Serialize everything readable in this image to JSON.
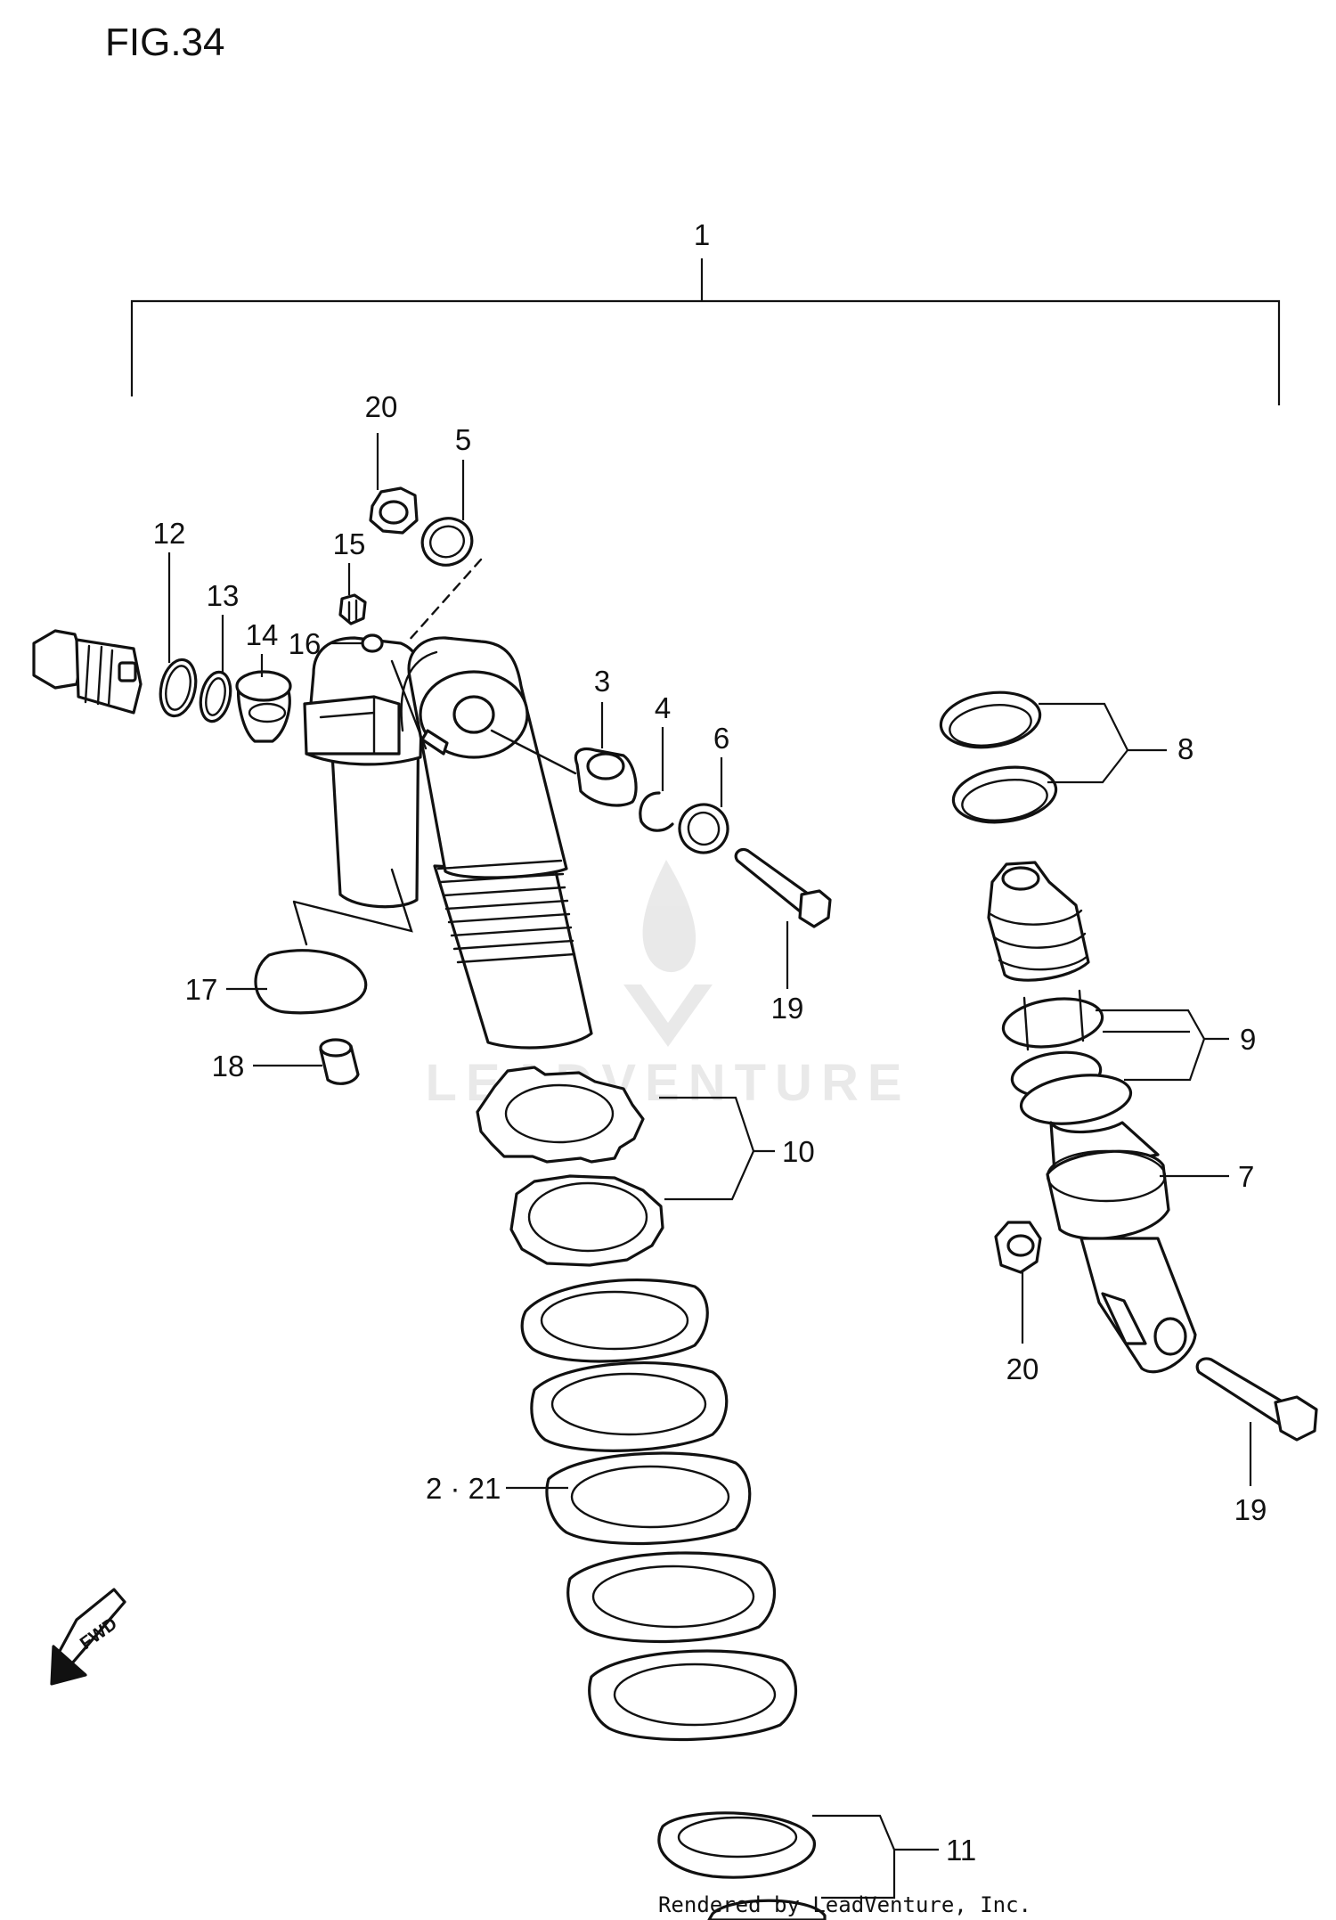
{
  "figure": {
    "title": "FIG.34",
    "credit": "Rendered by LeadVenture, Inc.",
    "watermark": "LEADVENTURE",
    "fwd_label": "FWD"
  },
  "callouts": [
    {
      "id": "c1",
      "text": "1",
      "part": "rear-shock-absorber-assembly"
    },
    {
      "id": "c20a",
      "text": "20",
      "part": "flange-nut-upper"
    },
    {
      "id": "c5",
      "text": "5",
      "part": "washer"
    },
    {
      "id": "c12",
      "text": "12",
      "part": "o-ring"
    },
    {
      "id": "c13",
      "text": "13",
      "part": "o-ring-small"
    },
    {
      "id": "c14",
      "text": "14",
      "part": "plug"
    },
    {
      "id": "c15",
      "text": "15",
      "part": "bleeder-screw"
    },
    {
      "id": "c16",
      "text": "16",
      "part": "small-seal"
    },
    {
      "id": "c3",
      "text": "3",
      "part": "bushing"
    },
    {
      "id": "c4",
      "text": "4",
      "part": "circlip"
    },
    {
      "id": "c6",
      "text": "6",
      "part": "oil-seal"
    },
    {
      "id": "c8",
      "text": "8",
      "part": "spring-seat-set"
    },
    {
      "id": "c17",
      "text": "17",
      "part": "label-disc"
    },
    {
      "id": "c18",
      "text": "18",
      "part": "cap"
    },
    {
      "id": "c19a",
      "text": "19",
      "part": "bolt-upper"
    },
    {
      "id": "c9",
      "text": "9",
      "part": "bump-stopper-rings"
    },
    {
      "id": "c10",
      "text": "10",
      "part": "adjusting-nuts"
    },
    {
      "id": "c7",
      "text": "7",
      "part": "lower-clevis"
    },
    {
      "id": "c20b",
      "text": "20",
      "part": "flange-nut-lower"
    },
    {
      "id": "c19b",
      "text": "19",
      "part": "bolt-lower"
    },
    {
      "id": "c2",
      "text": "2 · 21",
      "part": "coil-spring"
    },
    {
      "id": "c11",
      "text": "11",
      "part": "spring-stopper"
    }
  ]
}
